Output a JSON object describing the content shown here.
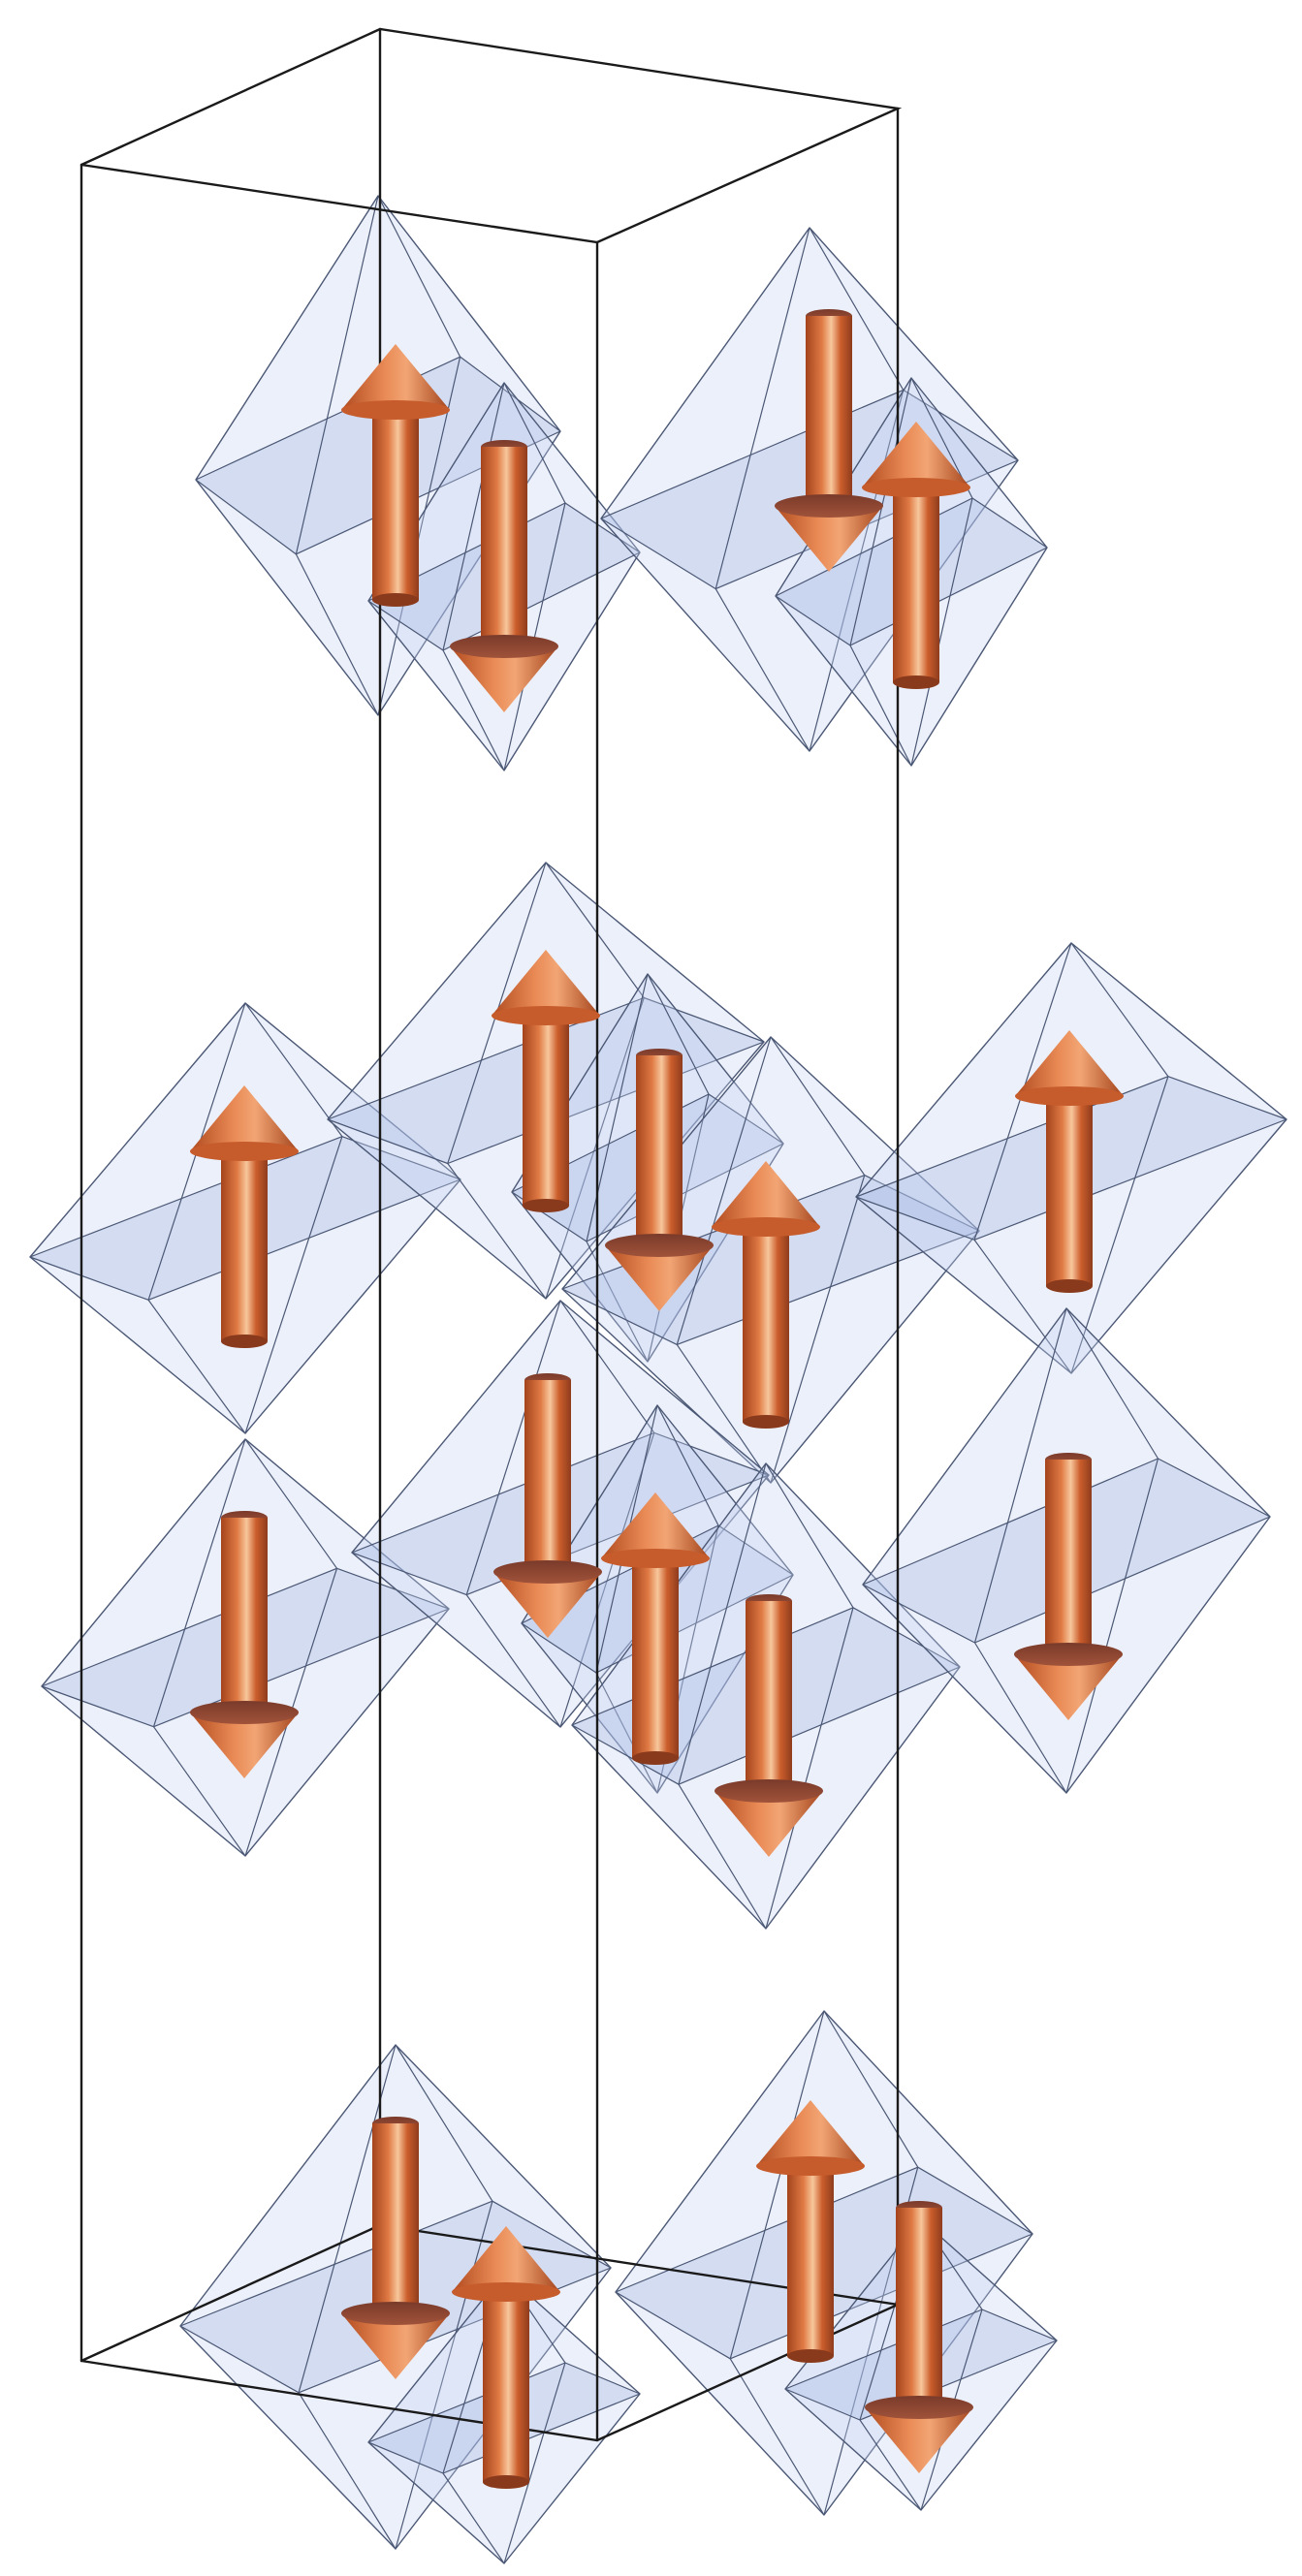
{
  "figure": {
    "unit_cell": {
      "shape": "rectangular prism",
      "edge_color": "#1a1a1a"
    },
    "octahedron_color": "#c8d3ef",
    "arrow_color": "#d9662e",
    "layers": [
      {
        "name": "top",
        "spins": [
          "up",
          "down",
          "down",
          "up"
        ]
      },
      {
        "name": "middle-upper",
        "spins": [
          "up",
          "up",
          "down",
          "up",
          "up"
        ]
      },
      {
        "name": "middle-lower",
        "spins": [
          "down",
          "down",
          "up",
          "down",
          "down"
        ]
      },
      {
        "name": "bottom",
        "spins": [
          "down",
          "up",
          "up",
          "down"
        ]
      }
    ]
  }
}
